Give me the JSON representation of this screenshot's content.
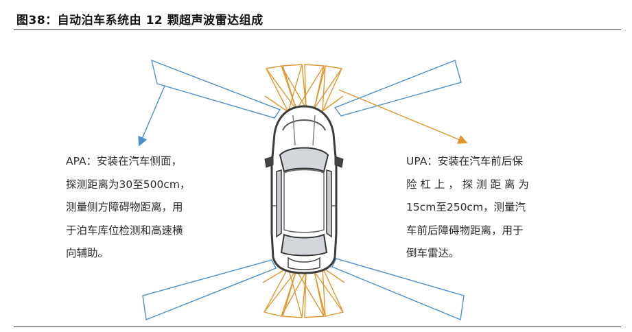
{
  "figure": {
    "title": "图38：自动泊车系统由 12 颗超声波雷达组成"
  },
  "apa": {
    "lines": [
      "APA：安装在汽车侧面，",
      "探测距离为30至500cm，",
      "测量侧方障碍物距离，用",
      "于泊车库位检测和高速横",
      "向辅助。"
    ]
  },
  "upa": {
    "lines": [
      "UPA：安装在汽车前后保",
      "险 杠 上 ， 探 测 距 离 为",
      "15cm至250cm，测量汽",
      "车前后障碍物距离，用于",
      "倒车雷达。"
    ]
  },
  "colors": {
    "apa_beam": "#4a8fcb",
    "upa_beam": "#e0962e",
    "car_body": "#4a4a4a",
    "glass": "#cfd3d8"
  }
}
